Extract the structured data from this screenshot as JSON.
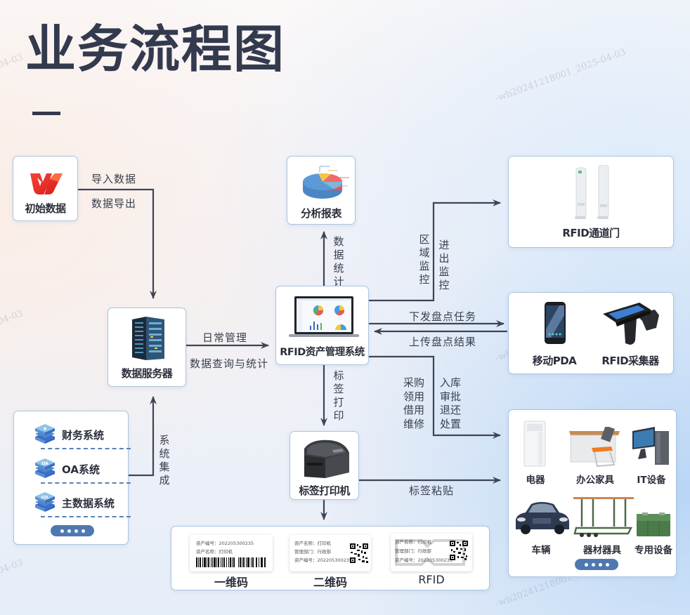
{
  "page": {
    "title": "业务流程图",
    "watermarks": [
      "-wb20241218001_2025-04-03",
      "04-03"
    ]
  },
  "nodes": {
    "initial_data": {
      "label": "初始数据",
      "icon": "wps-logo-icon"
    },
    "analysis_report": {
      "label": "分析报表",
      "icon": "pie-chart-icon"
    },
    "data_server": {
      "label": "数据服务器",
      "icon": "server-rack-icon"
    },
    "rfid_system": {
      "label": "RFID资产管理系统",
      "icon": "laptop-dashboard-icon"
    },
    "rfid_gate": {
      "label": "RFID通道门",
      "icon": "rfid-gate-icon"
    },
    "handhelds": {
      "items": [
        {
          "label": "移动PDA",
          "icon": "mobile-pda-icon"
        },
        {
          "label": "RFID采集器",
          "icon": "rfid-scanner-icon"
        }
      ]
    },
    "external_systems": {
      "items": [
        {
          "label": "财务系统",
          "badge": "¥"
        },
        {
          "label": "OA系统",
          "badge": "OA"
        },
        {
          "label": "主数据系统",
          "badge": "SQL"
        }
      ],
      "more": "more-dots"
    },
    "label_printer": {
      "label": "标签打印机",
      "icon": "label-printer-icon"
    },
    "label_types": {
      "items": [
        {
          "label": "一维码",
          "lines": [
            "资产编号：202205300235",
            "资产名称：打印机"
          ],
          "code": "barcode"
        },
        {
          "label": "二维码",
          "lines": [
            "资产名称：打印机",
            "管理部门：行政部",
            "资产编号：202205300235"
          ],
          "code": "qrcode"
        },
        {
          "label": "RFID",
          "lines": [
            "资产名称：打印机",
            "管理部门：行政部",
            "资产编号：202205300235"
          ],
          "code": "rfid-qrcode"
        }
      ]
    },
    "assets": {
      "items": [
        {
          "label": "电器",
          "icon": "air-conditioner-icon"
        },
        {
          "label": "办公家具",
          "icon": "office-furniture-icon"
        },
        {
          "label": "IT设备",
          "icon": "computer-icon"
        },
        {
          "label": "车辆",
          "icon": "car-icon"
        },
        {
          "label": "器材器具",
          "icon": "equipment-rack-icon"
        },
        {
          "label": "专用设备",
          "icon": "military-case-icon"
        }
      ]
    }
  },
  "edges": {
    "import_data": "导入数据",
    "export_data": "数据导出",
    "data_stats": "数据统计",
    "daily_mgmt": "日常管理",
    "query_stats": "数据查询与统计",
    "system_integration": "系统集成",
    "area_monitor": "区域监控",
    "inout_monitor": "进出监控",
    "send_task": "下发盘点任务",
    "upload_result": "上传盘点结果",
    "biz_left": [
      "采购",
      "领用",
      "借用",
      "维修"
    ],
    "biz_right": [
      "入库",
      "审批",
      "退还",
      "处置"
    ],
    "label_print": "标签打印",
    "label_stick": "标签粘贴"
  },
  "colors": {
    "title": "#343a4e",
    "line": "#3d4456",
    "card_border": "#a9c4e2",
    "pill": "#4f78b0"
  }
}
